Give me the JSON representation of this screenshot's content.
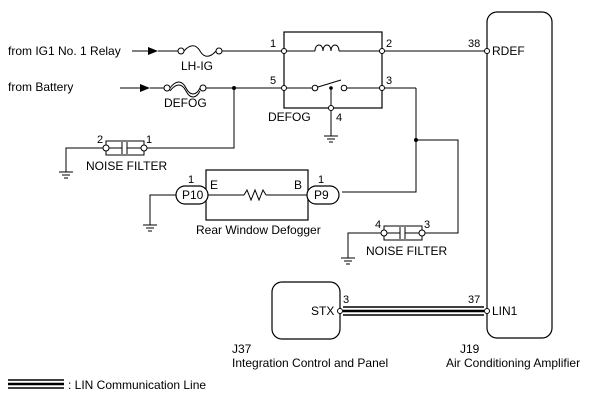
{
  "sources": {
    "ig1_relay": "from IG1 No. 1 Relay",
    "battery": "from Battery"
  },
  "fuses": {
    "lh_ig": "LH-IG",
    "defog": "DEFOG"
  },
  "relay": {
    "name": "DEFOG",
    "pins": {
      "p1": "1",
      "p2": "2",
      "p3": "3",
      "p4": "4",
      "p5": "5"
    }
  },
  "noise_filter_1": {
    "label": "NOISE FILTER",
    "pin_a": "2",
    "pin_b": "1"
  },
  "noise_filter_2": {
    "label": "NOISE FILTER",
    "pin_a": "4",
    "pin_b": "3"
  },
  "defogger": {
    "name": "Rear Window Defogger",
    "terminal_e": "E",
    "terminal_b": "B",
    "connector_left": "P10",
    "connector_right": "P9",
    "pin_left": "1",
    "pin_right": "1"
  },
  "amplifier": {
    "code": "J19",
    "name": "Air Conditioning Amplifier",
    "term_rdef": "RDEF",
    "pin_rdef": "38",
    "term_lin1": "LIN1",
    "pin_lin1": "37"
  },
  "panel": {
    "code": "J37",
    "name": "Integration Control and Panel",
    "term_stx": "STX",
    "pin_stx": "3"
  },
  "legend": {
    "lin_label": ": LIN Communication Line"
  }
}
